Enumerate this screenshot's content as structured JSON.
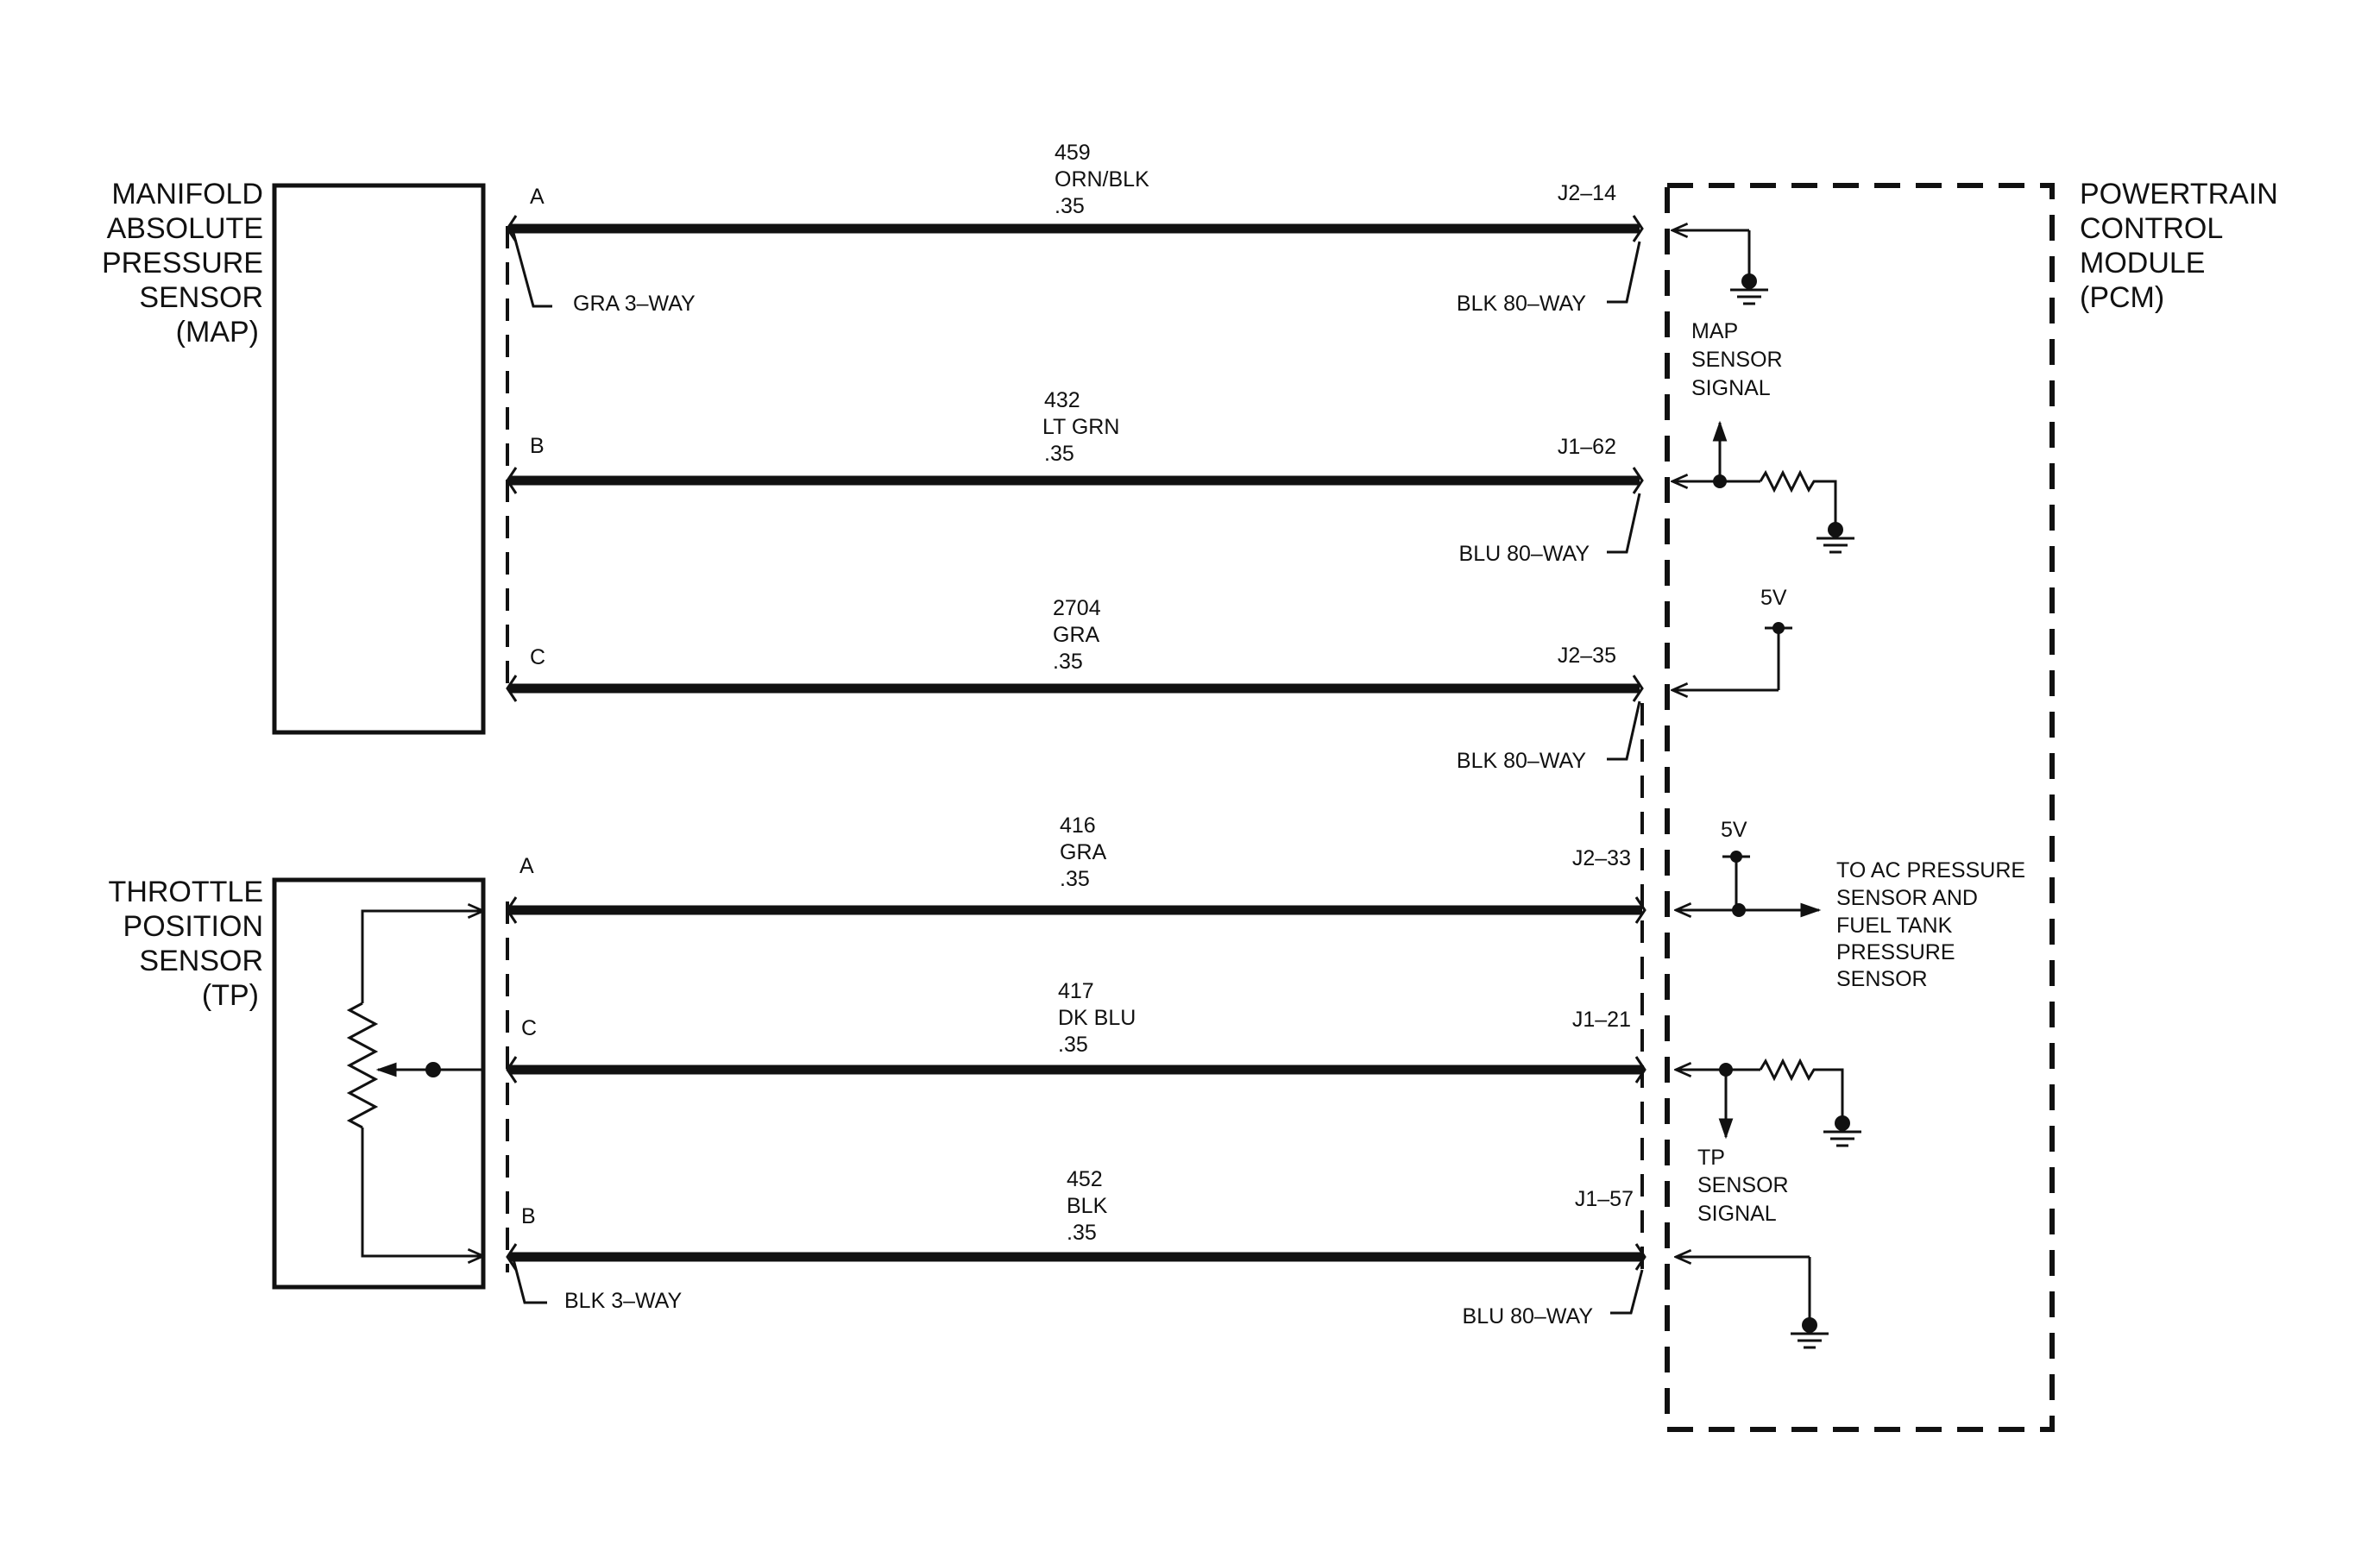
{
  "map_sensor": {
    "title_lines": [
      "MANIFOLD",
      "ABSOLUTE",
      "PRESSURE",
      "SENSOR",
      "(MAP)"
    ],
    "connector": "GRA 3–WAY"
  },
  "tp_sensor": {
    "title_lines": [
      "THROTTLE",
      "POSITION",
      "SENSOR",
      "(TP)"
    ],
    "connector": "BLK 3–WAY"
  },
  "pcm": {
    "title_lines": [
      "POWERTRAIN",
      "CONTROL",
      "MODULE",
      "(PCM)"
    ],
    "map_signal_lines": [
      "MAP",
      "SENSOR",
      "SIGNAL"
    ],
    "tp_signal_lines": [
      "TP",
      "SENSOR",
      "SIGNAL"
    ],
    "ref_voltage_1": "5V",
    "ref_voltage_2": "5V",
    "ac_note_lines": [
      "TO AC PRESSURE",
      "SENSOR AND",
      "FUEL TANK",
      "PRESSURE",
      "SENSOR"
    ]
  },
  "wires": [
    {
      "pin": "A",
      "circuit": "459",
      "color": "ORN/BLK",
      "gauge": ".35",
      "terminal": "J2–14",
      "pcm_connector": "BLK 80–WAY"
    },
    {
      "pin": "B",
      "circuit": "432",
      "color": "LT GRN",
      "gauge": ".35",
      "terminal": "J1–62",
      "pcm_connector": "BLU 80–WAY"
    },
    {
      "pin": "C",
      "circuit": "2704",
      "color": "GRA",
      "gauge": ".35",
      "terminal": "J2–35",
      "pcm_connector": "BLK 80–WAY"
    },
    {
      "pin": "A",
      "circuit": "416",
      "color": "GRA",
      "gauge": ".35",
      "terminal": "J2–33",
      "pcm_connector": ""
    },
    {
      "pin": "C",
      "circuit": "417",
      "color": "DK BLU",
      "gauge": ".35",
      "terminal": "J1–21",
      "pcm_connector": ""
    },
    {
      "pin": "B",
      "circuit": "452",
      "color": "BLK",
      "gauge": ".35",
      "terminal": "J1–57",
      "pcm_connector": "BLU 80–WAY"
    }
  ]
}
